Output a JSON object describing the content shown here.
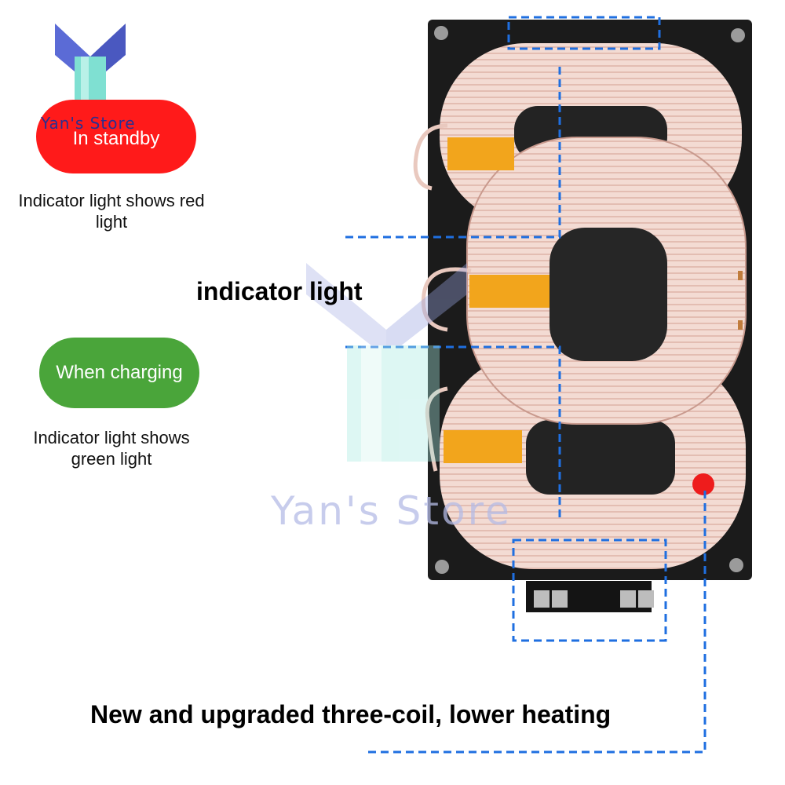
{
  "brand": {
    "store_name": "Yan's Store",
    "logo_colors": [
      "#5b6bd6",
      "#7fe0d2"
    ]
  },
  "status_pills": [
    {
      "label": "In standby",
      "color": "#ff1a1a",
      "caption": "Indicator light shows red light"
    },
    {
      "label": "When charging",
      "color": "#4aa53a",
      "caption": "Indicator light shows green light"
    }
  ],
  "callouts": {
    "indicator_label": "indicator light",
    "headline": "New and upgraded three-coil, lower heating"
  },
  "colors": {
    "dashed_line": "#1f6fe0",
    "board": "#1b1b1b",
    "coil": "#f1d7cf",
    "tape": "#f2a51c",
    "indicator_dot": "#ee1c1c"
  }
}
